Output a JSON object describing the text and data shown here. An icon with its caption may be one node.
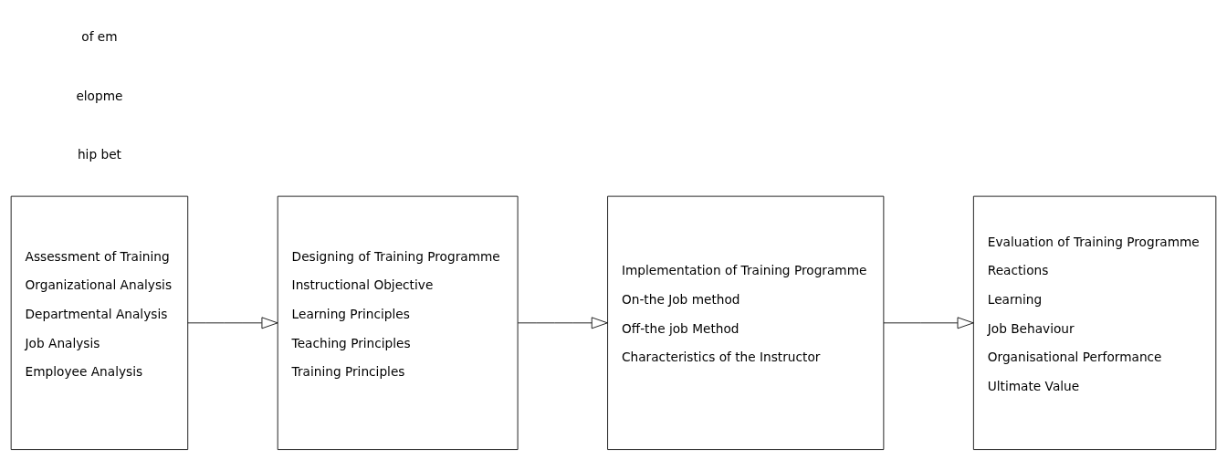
{
  "diagram": {
    "nodes": [
      {
        "text": [
          "Assessment of Training",
          "Organizational Analysis",
          "Departmental Analysis",
          "Job Analysis",
          "Employee Analysis"
        ]
      },
      {
        "text": [
          "Designing of Training Programme",
          "Instructional Objective",
          "Learning Principles",
          "Teaching Principles",
          "Training Principles"
        ]
      },
      {
        "text": [
          "Implementation of Training Programme",
          "On-the Job method",
          "Off-the job Method",
          "Characteristics of the Instructor"
        ]
      },
      {
        "text": [
          "Evaluation of Training Programme",
          "Reactions",
          "Learning",
          "Job Behaviour",
          "Organisational Performance",
          "Ultimate Value"
        ]
      }
    ],
    "edges": [
      {
        "from": 0,
        "to": 1,
        "arrow": "to"
      },
      {
        "from": 1,
        "to": 2,
        "arrow": "to"
      },
      {
        "from": 2,
        "to": 3,
        "arrow": "to"
      }
    ],
    "labels": [
      "hip bet",
      "elopme",
      "of em"
    ]
  }
}
